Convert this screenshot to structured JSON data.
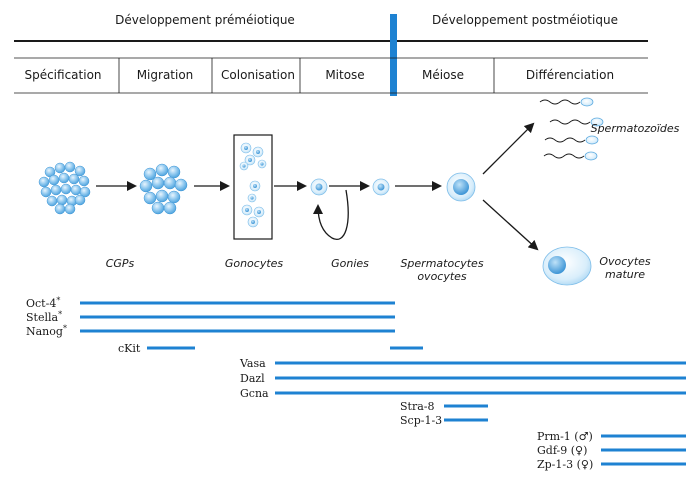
{
  "header": {
    "left": "Développement préméiotique",
    "right": "Développement postméiotique"
  },
  "stages": [
    "Spécification",
    "Migration",
    "Colonisation",
    "Mitose",
    "Méiose",
    "Différenciation"
  ],
  "cells": {
    "cgps": "CGPs",
    "gonocytes": "Gonocytes",
    "gonies": "Gonies",
    "spermatocytes_line1": "Spermatocytes",
    "spermatocytes_line2": "ovocytes",
    "spermatozoides": "Spermatozoïdes",
    "ovocytes_line1": "Ovocytes",
    "ovocytes_line2": "mature"
  },
  "genes": [
    {
      "name": "Oct-4",
      "sup": "*",
      "sex": ""
    },
    {
      "name": "Stella",
      "sup": "*",
      "sex": ""
    },
    {
      "name": "Nanog",
      "sup": "*",
      "sex": ""
    },
    {
      "name": "cKit",
      "sup": "",
      "sex": ""
    },
    {
      "name": "Vasa",
      "sup": "",
      "sex": ""
    },
    {
      "name": "Dazl",
      "sup": "",
      "sex": ""
    },
    {
      "name": "Gcna",
      "sup": "",
      "sex": ""
    },
    {
      "name": "Stra-8",
      "sup": "",
      "sex": ""
    },
    {
      "name": "Scp-1-3",
      "sup": "",
      "sex": ""
    },
    {
      "name": "Prm-1",
      "sup": "",
      "sex": "♂"
    },
    {
      "name": "Gdf-9",
      "sup": "",
      "sex": "♀"
    },
    {
      "name": "Zp-1-3",
      "sup": "",
      "sex": "♀"
    }
  ],
  "colors": {
    "accent": "#1e82d2",
    "cell_fill": "#8fc8ef",
    "cell_light": "#d9eefb",
    "ink": "#1a1a1a"
  }
}
